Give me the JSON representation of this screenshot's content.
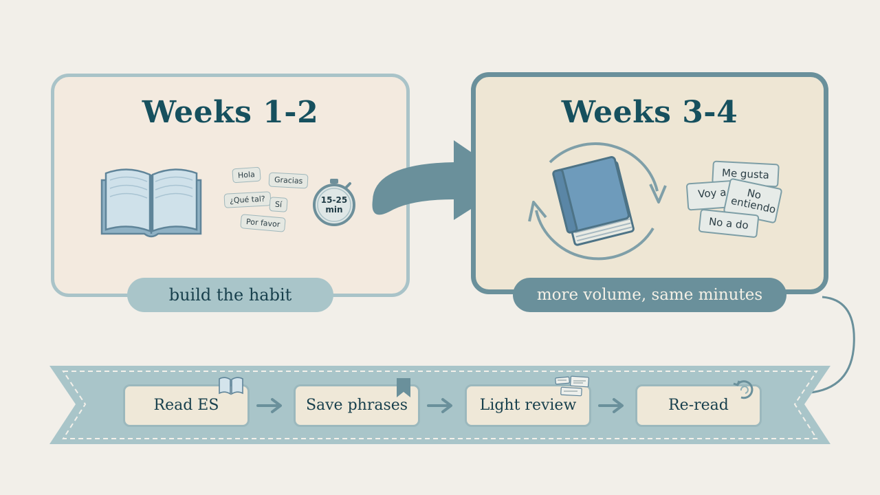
{
  "phases": [
    {
      "title": "Weeks 1-2",
      "caption": "build the habit",
      "phrases": [
        "Hola",
        "Gracias",
        "¿Qué tal?",
        "Sí",
        "Por favor"
      ],
      "timer_label": "15-25\nmin",
      "icons": [
        "open-book-icon",
        "stopwatch-icon"
      ]
    },
    {
      "title": "Weeks 3-4",
      "caption": "more volume, same minutes",
      "phrases": [
        "Me gusta",
        "Voy a",
        "No entiendo",
        "No a do"
      ],
      "icons": [
        "closed-book-icon",
        "cycle-arrows-icon"
      ]
    }
  ],
  "workflow": {
    "steps": [
      "Read ES",
      "Save phrases",
      "Light review",
      "Re-read"
    ],
    "step_icons": [
      "mini-book-icon",
      "bookmark-icon",
      "mini-cards-icon",
      "reload-icon"
    ]
  },
  "colors": {
    "background": "#f2efe9",
    "teal_dark": "#16505e",
    "teal_mid": "#6a909b",
    "teal_light": "#a9c5c9",
    "cream": "#efe8d8"
  }
}
